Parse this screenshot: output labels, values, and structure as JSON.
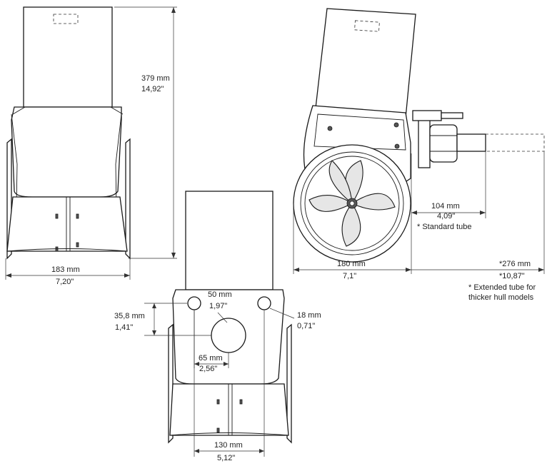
{
  "dimensions": {
    "height_mm": "379 mm",
    "height_in": "14,92\"",
    "width_mm": "183 mm",
    "width_in": "7,20\"",
    "tunnel_mm": "180 mm",
    "tunnel_in": "7,1\"",
    "standard_tube_mm": "104 mm",
    "standard_tube_in": "4,09\"",
    "extended_tube_mm": "*276 mm",
    "extended_tube_in": "*10,87\"",
    "hole_large_mm": "50 mm",
    "hole_large_in": "1,97\"",
    "hole_offset_mm": "35,8 mm",
    "hole_offset_in": "1,41\"",
    "hole_small_mm": "18 mm",
    "hole_small_in": "0,71\"",
    "hole_spacing_mm": "65 mm",
    "hole_spacing_in": "2,56\"",
    "base_width_mm": "130 mm",
    "base_width_in": "5,12\""
  },
  "notes": {
    "standard_tube": "* Standard tube",
    "extended_tube_line1": "* Extended tube for",
    "extended_tube_line2": "thicker hull models"
  }
}
